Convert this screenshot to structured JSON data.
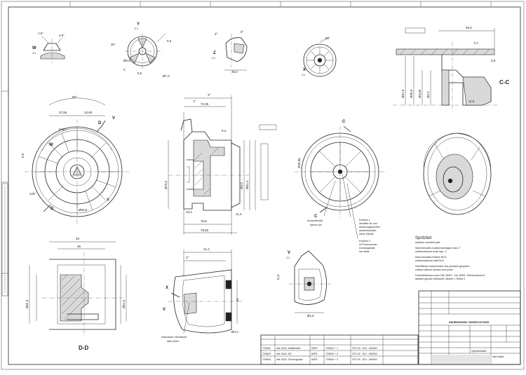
{
  "views": {
    "w": {
      "letter": "W",
      "scale": "2:1",
      "dims": [
        "1.5°",
        "4.5°"
      ]
    },
    "y": {
      "letter": "Y",
      "scale": "2:1",
      "dims": [
        "30°",
        "Ø0,5",
        "2",
        "0,5",
        "Ø7,2",
        "5,5"
      ]
    },
    "z": {
      "letter": "Z",
      "scale": "2:1",
      "dims": [
        "3°",
        "8°",
        "49,2"
      ]
    },
    "x": {
      "letter": "X",
      "scale": "2:1",
      "dims": [
        "60°"
      ]
    },
    "cc": {
      "letter": "C-C",
      "dims": [
        "46,5",
        "0,7",
        "0,5",
        "Ø61,6",
        "Ø36,8",
        "Ø3,05",
        "Ø2,9",
        "11,5"
      ]
    },
    "front": {
      "dims": [
        "60°",
        "37,55",
        "10,60",
        "6x60°",
        "9,5",
        "120°",
        "Ø60,5"
      ],
      "markers": {
        "v": "V",
        "d": "D",
        "w": "W",
        "y": "Y"
      }
    },
    "side": {
      "dims": [
        "3°",
        "1°",
        "72,05",
        "9,4",
        "Ø79,5",
        "Ø2,0",
        "Ø61,4",
        "10,4",
        "11,4",
        "75,8",
        "78,82"
      ]
    },
    "cview": {
      "dims": [
        "Ø45,06"
      ],
      "marker": "C"
    },
    "dd": {
      "label": "D-D",
      "dims": [
        "45",
        "46",
        "Ø62,3",
        "Ø61,5"
      ]
    },
    "bottom": {
      "dims": [
        "41,2",
        "3°",
        "51",
        "Ø4,4"
      ],
      "markers": {
        "v": "V",
        "x": "X"
      }
    },
    "detail": {
      "letter": "V",
      "scale": "2:1",
      "dims": [
        "11,6",
        "Ø1,5"
      ]
    }
  },
  "callouts": {
    "pos1": {
      "title": "Position 1",
      "lines": [
        "Identifier Nr und",
        "Änderungszeichen",
        "auswechselbar,",
        "siehe Tabelle"
      ]
    },
    "pos2": {
      "title": "Position 2",
      "lines": [
        "US Partnummer",
        "exchangeable,",
        "see table"
      ]
    },
    "ejector": {
      "title": "Auswerferstift",
      "sub": "ejector pin"
    },
    "datum": {
      "title": "Datumsuhr, Monatsuhr",
      "sub": "date insert"
    }
  },
  "notes": {
    "title": "Spritzteil",
    "title_sub": "injection moulded part",
    "lines": [
      "Nicht bemaßte Ausformschrägen max.1°",
      "undimensioned draft max. 1°",
      "Nicht bemaßte Radien R0,5",
      "undimensioned radii R0,5",
      "Oberflächen schlierenfrei und porenfrei gespritzt",
      "surface without streaks and pores",
      "Freimaßtoleranz nach DIN 16901 - bis 16901 'Toleranzbereich'",
      "darüber gemäß Werkstoff, Tabelle 1, Reihe 2"
    ]
  },
  "table": {
    "rows": [
      [
        "729602",
        "wfe 3162, Multifunktiv",
        "60P5",
        "729602 + 1",
        "3TS 16 - 510 - 590402"
      ],
      [
        "729603",
        "wfe 3162, M3",
        "60P5",
        "729603 + 2",
        "3TS 16 - 510 - 590502"
      ],
      [
        "729604",
        "wfe 3162, Chronograph",
        "60P5",
        "729604 + 3",
        "3TS 16 - 510 - 590602"
      ]
    ]
  },
  "titleblock": {
    "heading": "ÄNDERUNGEN / MODIFICATIONS",
    "part_name": "Zylinderhalter",
    "part_name_en": "dial holder"
  }
}
